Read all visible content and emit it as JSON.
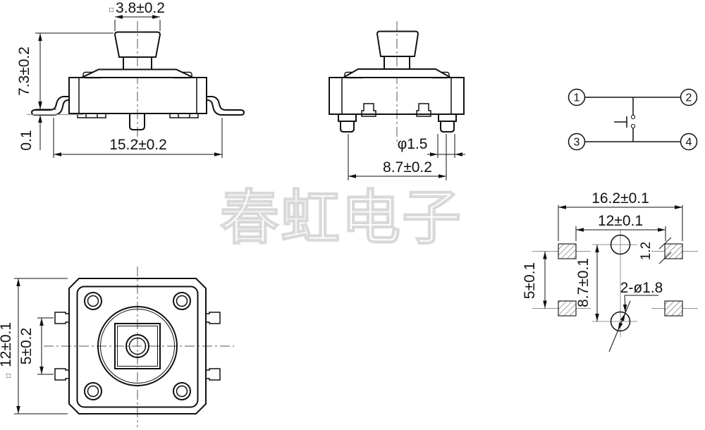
{
  "watermark": {
    "text": "春虹电子"
  },
  "side_view": {
    "cap_width_prefix": "□",
    "cap_width": "3.8±0.2",
    "height": "7.3±0.2",
    "standoff": "0.1",
    "lead_span": "15.2±0.2"
  },
  "front_view": {
    "pin_diameter": "φ1.5",
    "pin_pitch": "8.7±0.2"
  },
  "circuit": {
    "terminal_1": "1",
    "terminal_2": "2",
    "terminal_3": "3",
    "terminal_4": "4"
  },
  "top_view": {
    "body_size_prefix": "□",
    "body_size": "12±0.1",
    "pin_pitch": "5±0.2"
  },
  "land_pattern": {
    "outer_span": "16.2±0.1",
    "inner_span": "12±0.1",
    "pad_width": "1.2",
    "pad_pitch": "5±0.1",
    "hole_pitch": "8.7±0.1",
    "hole_callout": "2-ø1.8"
  }
}
